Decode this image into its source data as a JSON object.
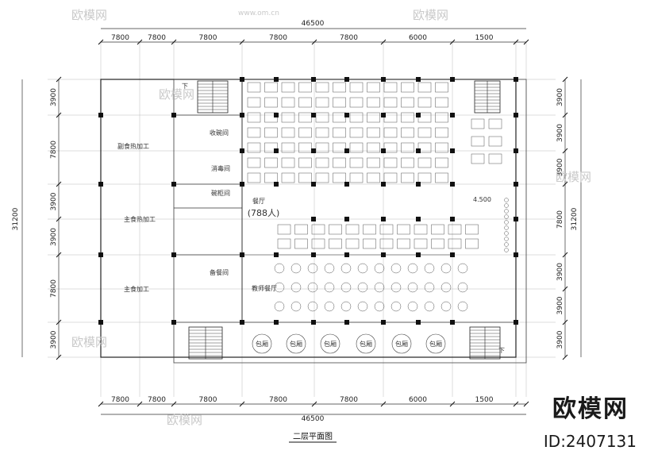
{
  "drawing": {
    "title": "二层平面图",
    "overall_width": "46500",
    "overall_depth": "31200",
    "bay_widths": [
      "7800",
      "7800",
      "7800",
      "7800",
      "7800",
      "6000",
      "1500"
    ],
    "bay_depths_left": [
      "3900",
      "7800",
      "3900",
      "3900",
      "7800",
      "3900"
    ],
    "bay_depths_right": [
      "3900",
      "3900",
      "3900",
      "7800",
      "3900",
      "3900",
      "3900"
    ],
    "rooms": {
      "bowl_receiving": "收碗间",
      "disinfection": "消毒间",
      "bowl_cabinet": "碗柜间",
      "dining_hall": "餐厅",
      "capacity": "(788人)",
      "side_dish_hot": "副食热加工",
      "staple_hot": "主食热加工",
      "serving": "备餐间",
      "staple_processing": "主食加工",
      "faculty_dining": "教师餐厅",
      "private_room": "包厢"
    },
    "stair_down": "下",
    "level_mark": "4.500"
  },
  "watermark": {
    "logo": "欧模网",
    "id": "ID:2407131",
    "site": "www.om.cn"
  }
}
